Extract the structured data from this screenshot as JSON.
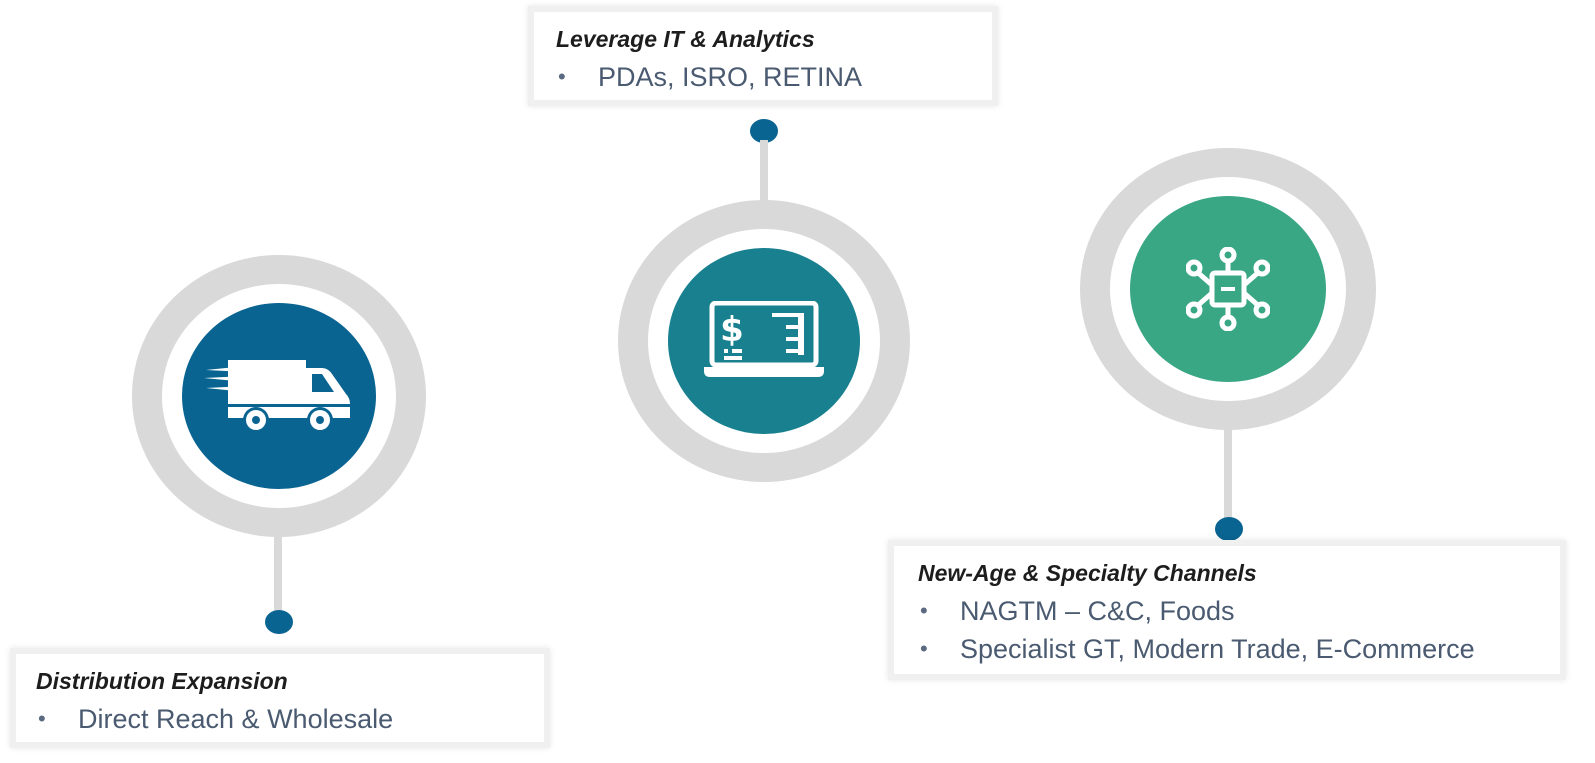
{
  "colors": {
    "ring": "#d9d9d9",
    "dot": "#0a6491",
    "core_distribution": "#0a6491",
    "core_analytics": "#18808f",
    "core_channels": "#3aa784",
    "title_text": "#1d1d1d",
    "body_text": "#4a5a70"
  },
  "nodes": {
    "distribution": {
      "icon": "delivery-van-icon",
      "title": "Distribution Expansion",
      "bullets": [
        "Direct Reach & Wholesale"
      ]
    },
    "analytics": {
      "icon": "laptop-dollar-icon",
      "title": "Leverage IT & Analytics",
      "bullets": [
        "PDAs, ISRO, RETINA"
      ]
    },
    "channels": {
      "icon": "network-chip-icon",
      "title": "New-Age & Specialty Channels",
      "bullets": [
        "NAGTM – C&C, Foods",
        "Specialist GT, Modern Trade, E-Commerce"
      ]
    }
  },
  "bullet_glyph": "•"
}
